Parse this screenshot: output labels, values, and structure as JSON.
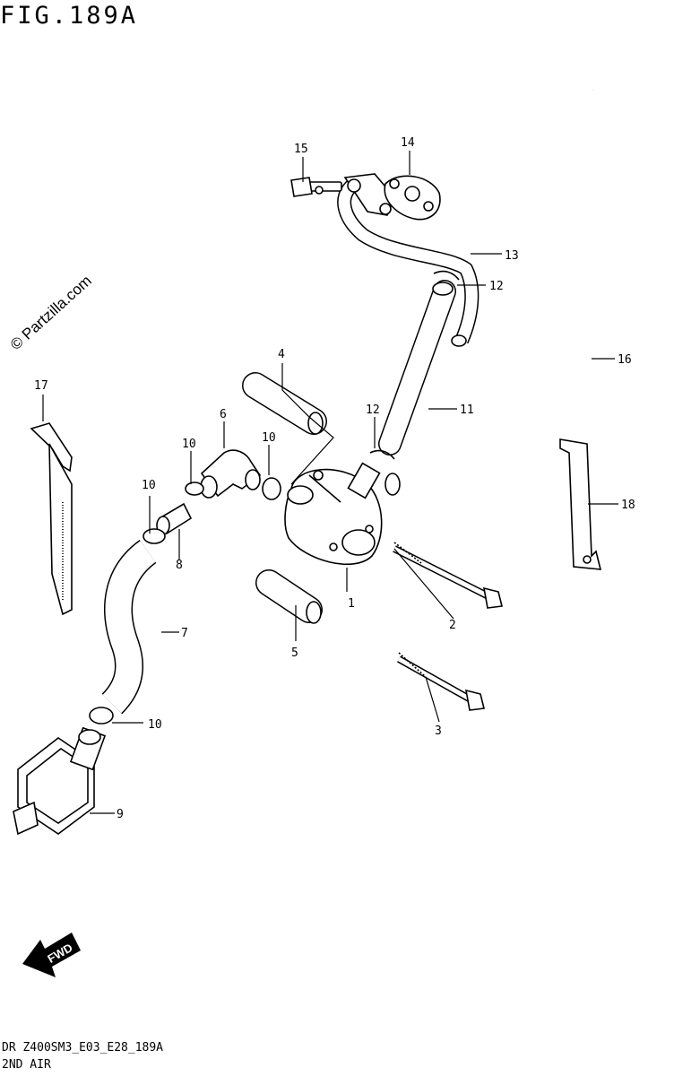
{
  "figure": {
    "title": "FIG.189A",
    "watermark": "© Partzilla.com",
    "footer_code": "DR Z400SM3_E03_E28_189A",
    "footer_name": "2ND AIR",
    "fwd_label": "FWD"
  },
  "callouts": [
    "1",
    "2",
    "3",
    "4",
    "5",
    "6",
    "7",
    "8",
    "9",
    "10",
    "10",
    "10",
    "10",
    "11",
    "12",
    "12",
    "13",
    "14",
    "15",
    "16",
    "17",
    "18"
  ]
}
